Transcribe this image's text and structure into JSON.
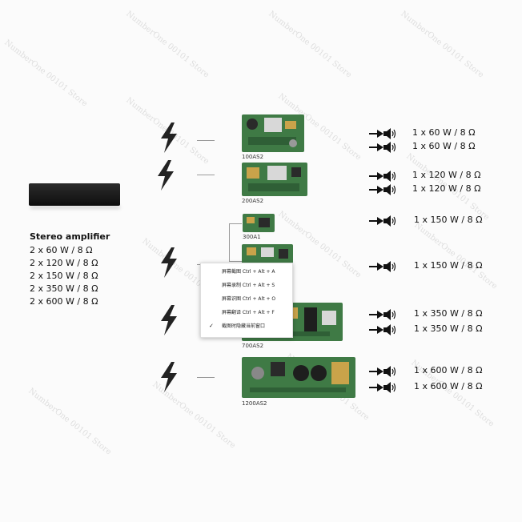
{
  "watermark": "NumberOne 00101 Store",
  "amplifier": {
    "title": "Stereo amplifier",
    "specs": [
      "2 x 60 W / 8 Ω",
      "2 x 120 W / 8 Ω",
      "2 x 150 W / 8 Ω",
      "2 x 350 W / 8 Ω",
      "2 x 600 W / 8 Ω"
    ]
  },
  "boards": [
    {
      "label": "100AS2"
    },
    {
      "label": "200AS2"
    },
    {
      "label": "300A1"
    },
    {
      "label": ""
    },
    {
      "label": "700AS2"
    },
    {
      "label": "1200AS2"
    }
  ],
  "outputs": [
    "1 x 60 W / 8 Ω",
    "1 x 60 W / 8 Ω",
    "1 x 120 W / 8 Ω",
    "1 x 120 W / 8 Ω",
    "1 x 150 W / 8 Ω",
    "1 x 150 W / 8 Ω",
    "1 x 350 W / 8 Ω",
    "1 x 350 W / 8 Ω",
    "1 x 600 W / 8 Ω",
    "1 x 600 W / 8 Ω"
  ],
  "context_menu": {
    "items": [
      {
        "label": "屏幕截图 Ctrl + Alt + A",
        "checked": false
      },
      {
        "label": "屏幕录制 Ctrl + Alt + S",
        "checked": false
      },
      {
        "label": "屏幕识图 Ctrl + Alt + O",
        "checked": false
      },
      {
        "label": "屏幕翻译 Ctrl + Alt + F",
        "checked": false
      },
      {
        "label": "截图时隐藏当前窗口",
        "checked": true
      }
    ]
  },
  "colors": {
    "board_green": "#3f7a45",
    "text": "#111111",
    "bolt": "#222222"
  }
}
